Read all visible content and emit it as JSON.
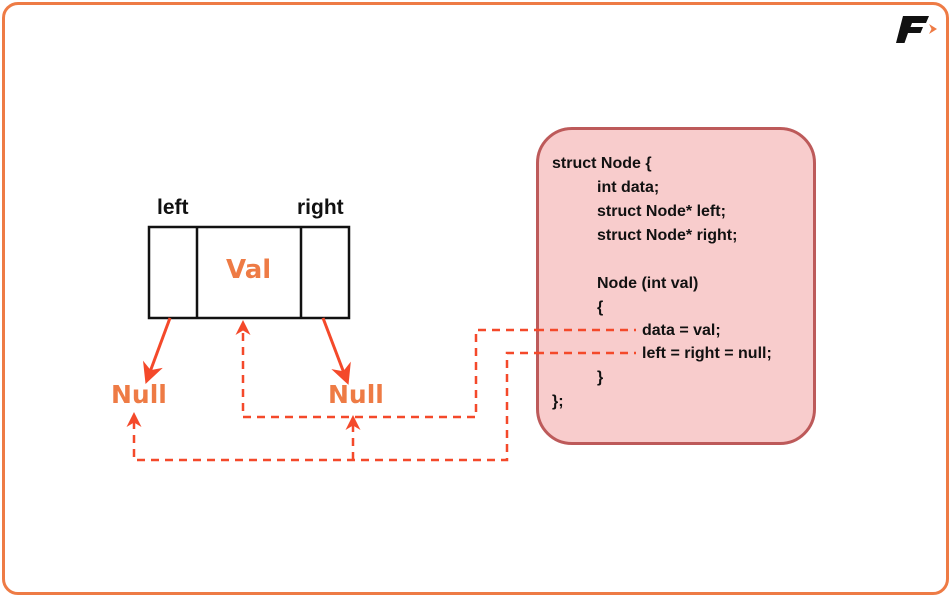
{
  "diagram": {
    "title": "Binary tree node structure",
    "node": {
      "left_label": "left",
      "right_label": "right",
      "value_label": "Val"
    },
    "null_left": "Null",
    "null_right": "Null",
    "code": {
      "lines": [
        "struct Node {",
        "int data;",
        "struct Node* left;",
        "struct Node* right;",
        "",
        "Node (int val)",
        "{",
        "data = val;",
        "left = right = null;",
        "}",
        "};"
      ]
    },
    "colors": {
      "frame": "#ee7b45",
      "accent_text": "#ee7b45",
      "arrow": "#f4492a",
      "code_fill": "#f8cccc",
      "code_border": "#bd5a5a"
    },
    "logo": {
      "icon": "brand-logo-icon",
      "letter": "F"
    }
  }
}
